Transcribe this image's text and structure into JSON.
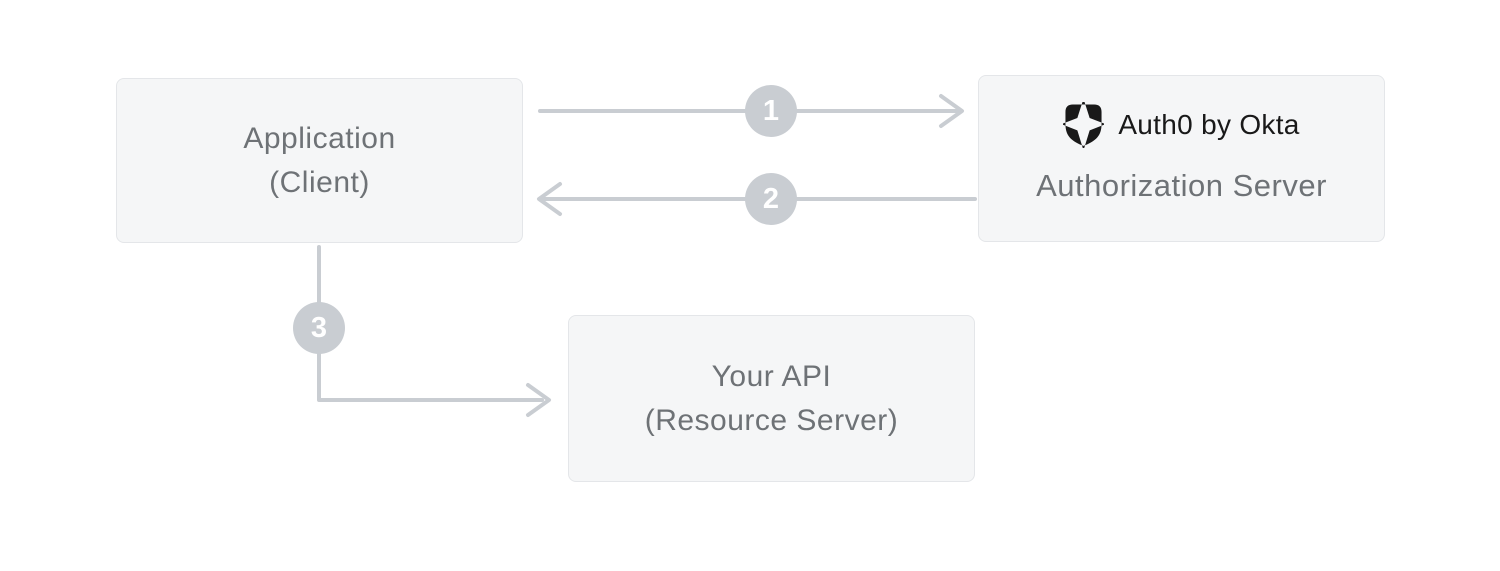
{
  "nodes": {
    "application": {
      "line1": "Application",
      "line2": "(Client)"
    },
    "auth_server": {
      "brand": "Auth0 by Okta",
      "label": "Authorization Server"
    },
    "api": {
      "line1": "Your API",
      "line2": "(Resource Server)"
    }
  },
  "steps": [
    {
      "number": "1",
      "from": "application",
      "to": "auth_server"
    },
    {
      "number": "2",
      "from": "auth_server",
      "to": "application"
    },
    {
      "number": "3",
      "from": "application",
      "to": "api"
    }
  ],
  "icons": {
    "auth0_logo": "auth0-shield-icon"
  },
  "colors": {
    "canvas_bg": "#ffffff",
    "box_bg": "#f5f6f7",
    "box_border": "#e4e6e9",
    "label_text": "#6e7276",
    "arrow": "#c9cdd2",
    "badge_bg": "#c9cdd2",
    "badge_text": "#ffffff",
    "brand_text": "#191919"
  }
}
